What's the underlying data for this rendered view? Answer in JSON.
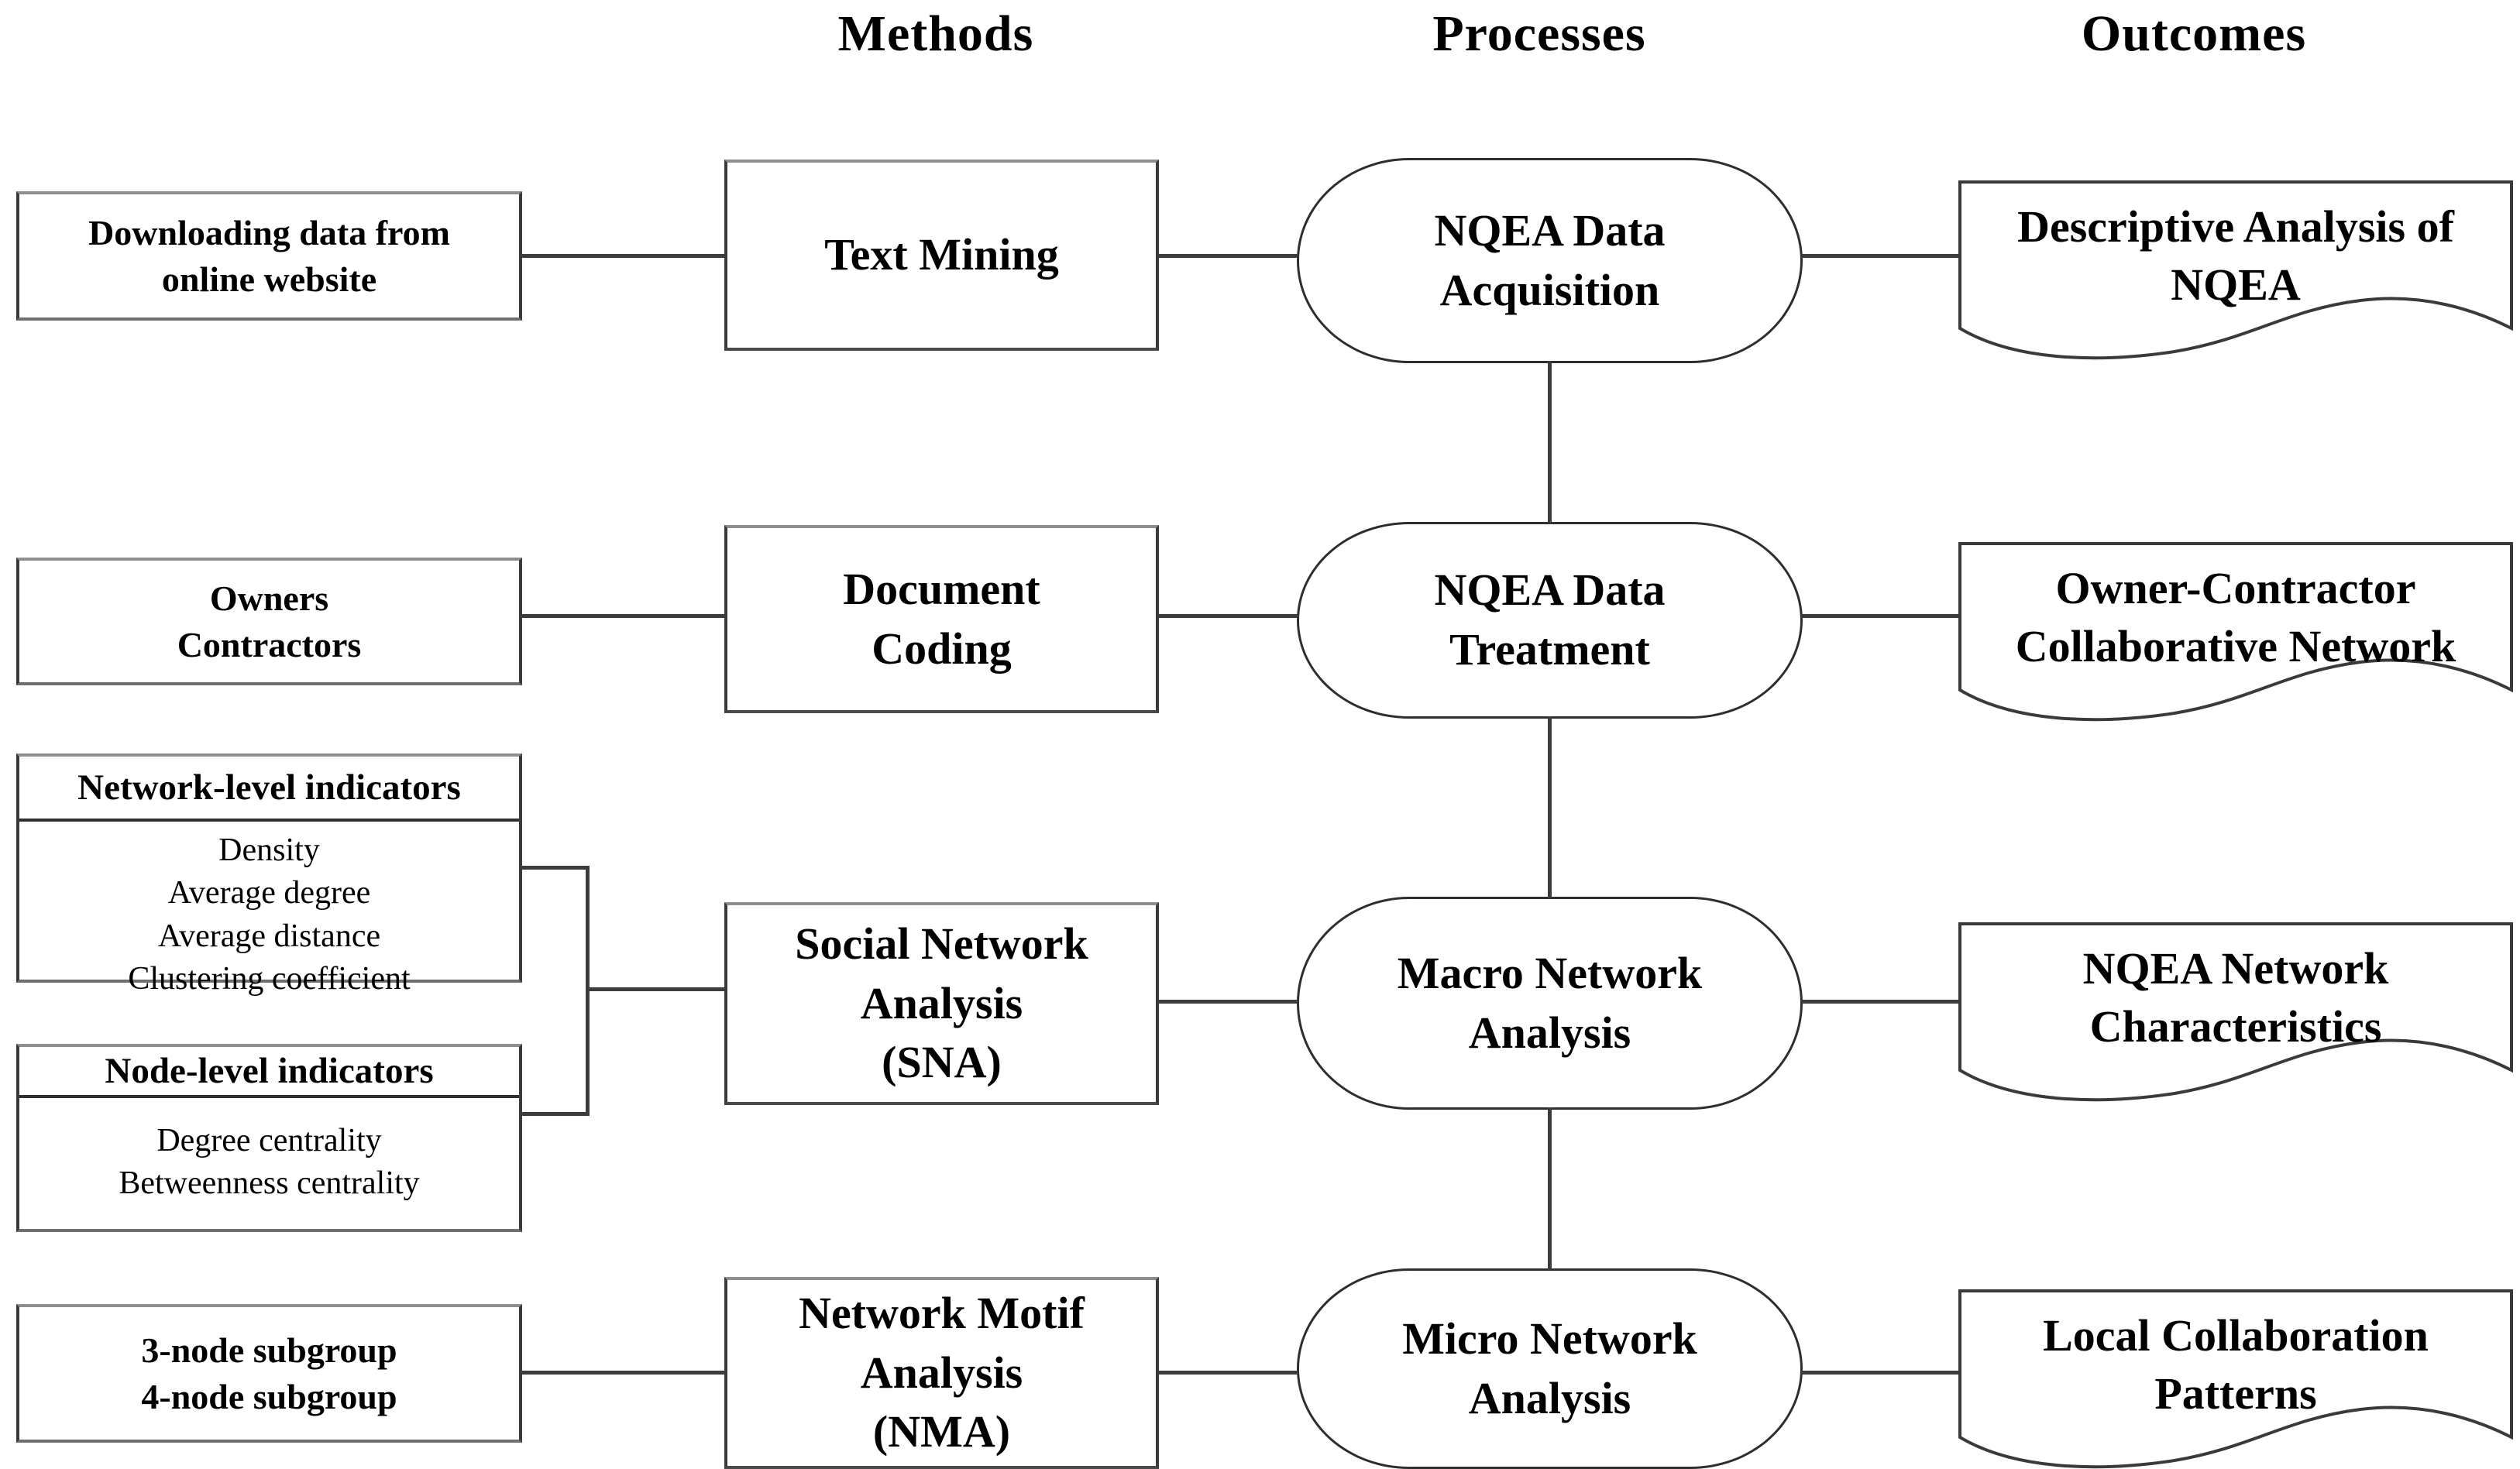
{
  "figure": {
    "columns": [
      "Methods",
      "Processes",
      "Outcomes"
    ]
  },
  "inputs": {
    "downloading": {
      "lines": [
        "Downloading data from",
        "online website"
      ]
    },
    "owners": {
      "lines": [
        "Owners",
        "Contractors"
      ]
    },
    "network_level": {
      "title": "Network-level indicators",
      "items": [
        "Density",
        "Average degree",
        "Average distance",
        "Clustering coefficient"
      ]
    },
    "node_level": {
      "title": "Node-level indicators",
      "items": [
        "Degree centrality",
        "Betweenness centrality"
      ]
    },
    "subgroups": {
      "lines": [
        "3-node subgroup",
        "4-node subgroup"
      ]
    }
  },
  "methods": {
    "text_mining": {
      "lines": [
        "Text Mining"
      ]
    },
    "document_coding": {
      "lines": [
        "Document",
        "Coding"
      ]
    },
    "sna": {
      "lines": [
        "Social Network",
        "Analysis",
        "(SNA)"
      ]
    },
    "nma": {
      "lines": [
        "Network Motif",
        "Analysis",
        "(NMA)"
      ]
    }
  },
  "processes": {
    "acquisition": {
      "lines": [
        "NQEA Data",
        "Acquisition"
      ]
    },
    "treatment": {
      "lines": [
        "NQEA Data",
        "Treatment"
      ]
    },
    "macro": {
      "lines": [
        "Macro Network",
        "Analysis"
      ]
    },
    "micro": {
      "lines": [
        "Micro Network",
        "Analysis"
      ]
    }
  },
  "outcomes": {
    "descriptive": {
      "lines": [
        "Descriptive Analysis of",
        "NQEA"
      ]
    },
    "collaborative_network": {
      "lines": [
        "Owner-Contractor",
        "Collaborative Network"
      ]
    },
    "characteristics": {
      "lines": [
        "NQEA Network",
        "Characteristics"
      ]
    },
    "patterns": {
      "lines": [
        "Local Collaboration",
        "Patterns"
      ]
    }
  },
  "colors": {
    "background": "#ffffff",
    "text": "#000000",
    "border": "#3a3a3a",
    "line": "#3c3c3c"
  }
}
